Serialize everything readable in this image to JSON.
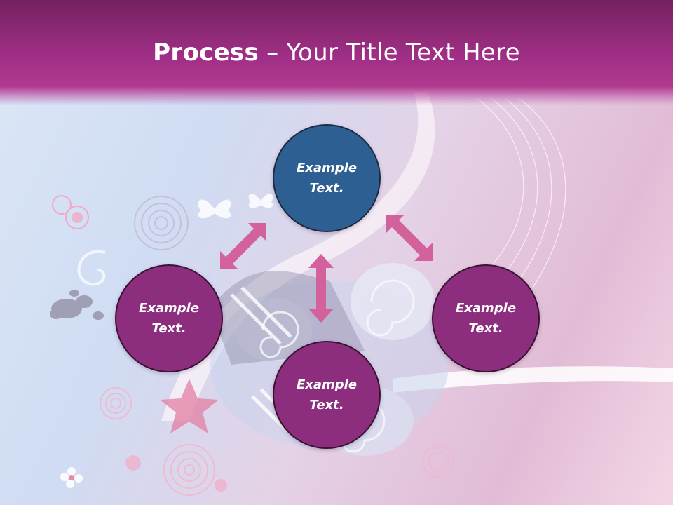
{
  "slide": {
    "title_bold": "Process",
    "title_rest": " – Your Title Text Here"
  },
  "nodes": [
    {
      "text": "Example\nText."
    },
    {
      "text": "Example\nText."
    },
    {
      "text": "Example\nText."
    },
    {
      "text": "Example\nText."
    }
  ],
  "colors": {
    "title_bar": "#a12f87",
    "node_fill": "#8c2d7e",
    "top_node_fill": "#2e5f93",
    "arrow": "#d2619c"
  }
}
